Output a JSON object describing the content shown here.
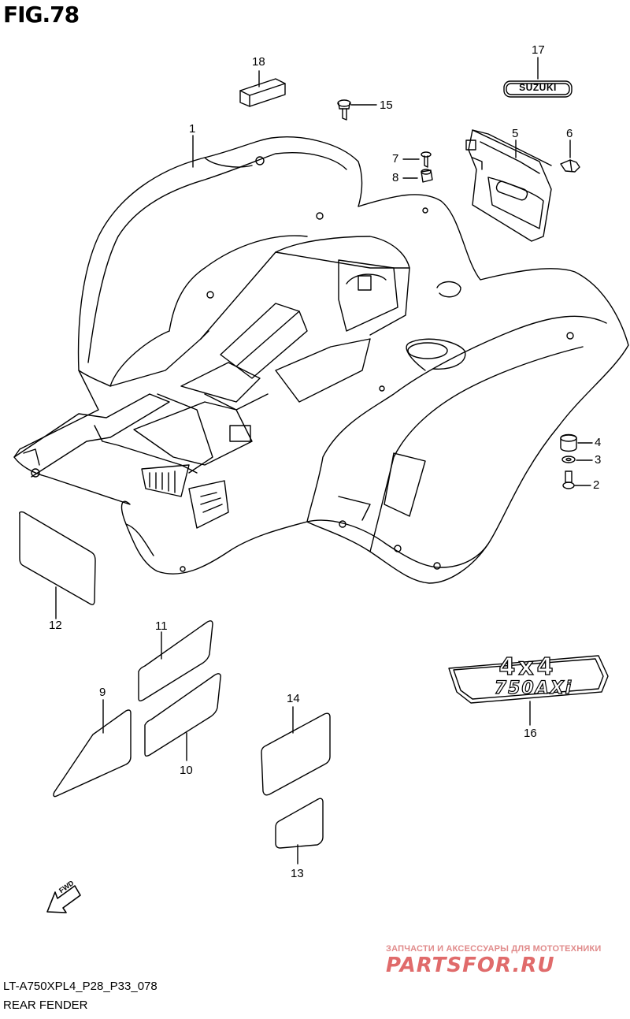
{
  "figure": {
    "title": "FIG.78"
  },
  "callouts": [
    {
      "id": "1",
      "label": "1"
    },
    {
      "id": "2",
      "label": "2"
    },
    {
      "id": "3",
      "label": "3"
    },
    {
      "id": "4",
      "label": "4"
    },
    {
      "id": "5",
      "label": "5"
    },
    {
      "id": "6",
      "label": "6"
    },
    {
      "id": "7",
      "label": "7"
    },
    {
      "id": "8",
      "label": "8"
    },
    {
      "id": "9",
      "label": "9"
    },
    {
      "id": "10",
      "label": "10"
    },
    {
      "id": "11",
      "label": "11"
    },
    {
      "id": "12",
      "label": "12"
    },
    {
      "id": "13",
      "label": "13"
    },
    {
      "id": "14",
      "label": "14"
    },
    {
      "id": "15",
      "label": "15"
    },
    {
      "id": "16",
      "label": "16"
    },
    {
      "id": "17",
      "label": "17"
    },
    {
      "id": "18",
      "label": "18"
    }
  ],
  "emblems": {
    "brand_emblem": "SUZUKI",
    "badge_line1": "4x4",
    "badge_line2": "750AXi",
    "fwd_arrow": "FWD"
  },
  "footer": {
    "code": "LT-A750XPL4_P28_P33_078",
    "name": "REAR FENDER"
  },
  "watermark": {
    "tagline": "ЗАПЧАСТИ И АКСЕССУАРЫ ДЛЯ МОТОТЕХНИКИ",
    "brand": "PARTSFOR.RU"
  }
}
